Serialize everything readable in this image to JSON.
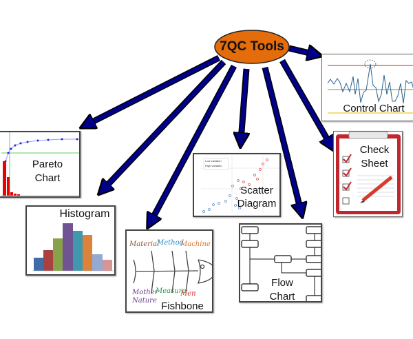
{
  "center": {
    "title": "7QC Tools",
    "color": "#e46c0a"
  },
  "arrow_color": "#00008b",
  "tools": {
    "pareto": {
      "line1": "Pareto",
      "line2": "Chart"
    },
    "histogram": {
      "label": "Histogram"
    },
    "fishbone": {
      "label": "Fishbone",
      "causes": {
        "material": "Material",
        "method": "Method",
        "machine": "Machine",
        "mother_nature_1": "Mother",
        "mother_nature_2": "Nature",
        "measure": "Measure",
        "men": "Men"
      }
    },
    "scatter": {
      "line1": "Scatter",
      "line2": "Diagram",
      "legend_low": "Low variation",
      "legend_high": "High variation"
    },
    "flow": {
      "line1": "Flow",
      "line2": "Chart"
    },
    "check": {
      "line1": "Check",
      "line2": "Sheet"
    },
    "control": {
      "label": "Control Chart"
    }
  }
}
